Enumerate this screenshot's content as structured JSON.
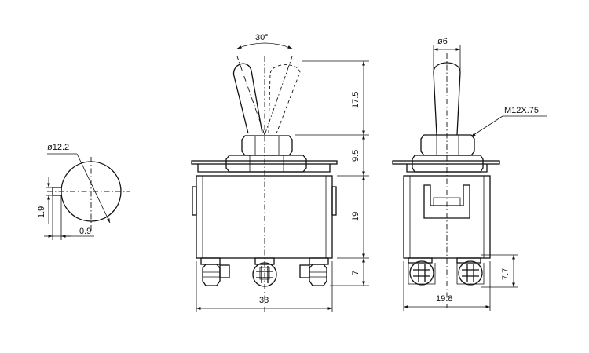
{
  "dimensions": {
    "angle": "30°",
    "height_lever": "17.5",
    "height_nut": "9.5",
    "height_body": "19",
    "height_terminal": "7",
    "width_body": "33",
    "stem_diameter": "ø6",
    "thread": "M12X.75",
    "width_side": "19.8",
    "height_side_terminal": "7.7",
    "washer_diameter": "ø12.2",
    "key_height": "1.9",
    "key_width": "0.9"
  }
}
